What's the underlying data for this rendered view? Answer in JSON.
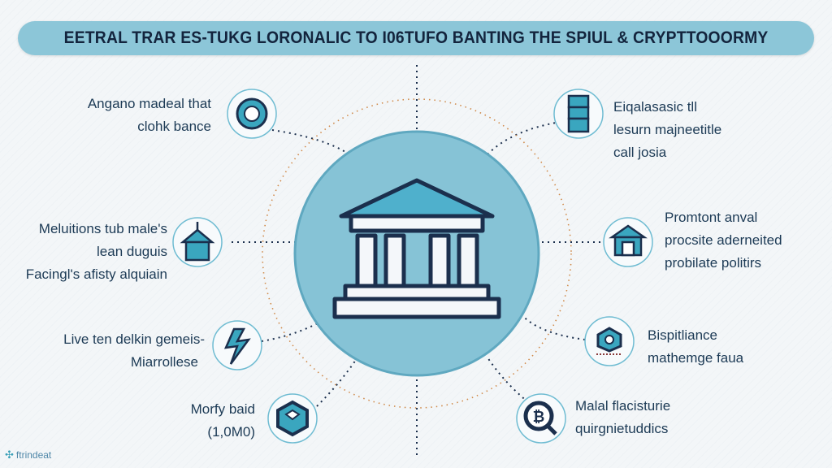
{
  "title": "EETRAL TRAR ES-TUKG LORONALIC TO I06TUFO  BANTING THE SPIUL & CRYPTTOOORMY",
  "left_items": [
    {
      "icon": "coin-icon",
      "lines": [
        "Angano madeal that",
        "clohk bance"
      ]
    },
    {
      "icon": "chapel-icon",
      "lines": [
        "Meluitions tub male's",
        "lean duguis",
        "Facingl's afisty alquiain"
      ]
    },
    {
      "icon": "lightning-icon",
      "lines": [
        "Live ten delkin gemeis-",
        "Miarrollese"
      ]
    },
    {
      "icon": "hexagon-box-icon",
      "lines": [
        "Morfy baid",
        "(1,0M0)"
      ]
    }
  ],
  "right_items": [
    {
      "icon": "server-stack-icon",
      "lines": [
        "Eiqalasasic tll",
        "lesurn majneetitle",
        "call josia"
      ]
    },
    {
      "icon": "bank-building-icon",
      "lines": [
        "Promtont anval",
        "procsite aderneited",
        "probilate politirs"
      ]
    },
    {
      "icon": "hexagon-chip-icon",
      "lines": [
        "Bispitliance",
        "mathemge faua"
      ]
    },
    {
      "icon": "bitcoin-magnifier-icon",
      "lines": [
        "Malal flacisturie",
        "quirgnietuddics"
      ]
    }
  ],
  "center_icon": "bank-pillars-icon",
  "watermark": "ftrindeat",
  "colors": {
    "banner": "#8cc6d8",
    "center": "#86c3d6",
    "navy": "#1b2f4d",
    "teal": "#3aa6bf",
    "orbit": "#d08a4a"
  }
}
